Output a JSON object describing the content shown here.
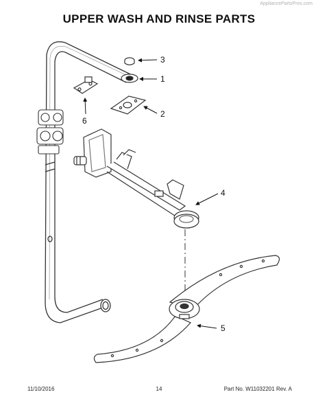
{
  "watermark": "AppliancePartsPros.com",
  "title": "UPPER WASH AND RINSE PARTS",
  "callouts": [
    {
      "id": "3"
    },
    {
      "id": "1"
    },
    {
      "id": "2"
    },
    {
      "id": "6"
    },
    {
      "id": "4"
    },
    {
      "id": "5"
    }
  ],
  "footer": {
    "date": "11/10/2016",
    "page": "14",
    "part_rev": "Part No. W11032201  Rev. A"
  }
}
